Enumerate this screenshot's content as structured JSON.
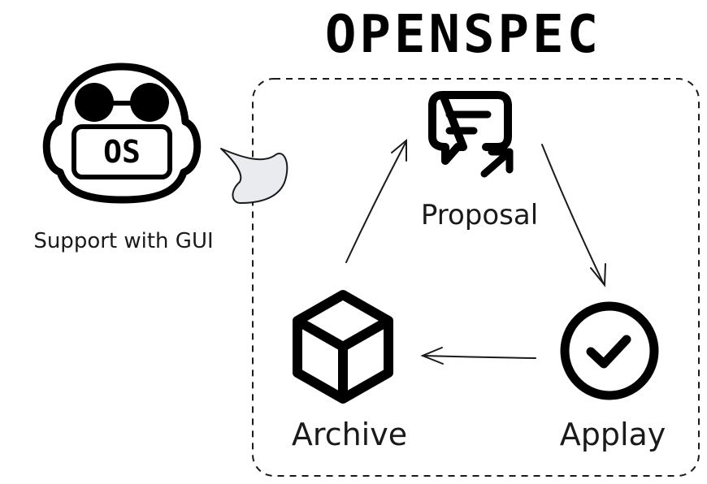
{
  "title": "OPENSPEC",
  "logo": {
    "badge_text": "OS",
    "caption": "Support with GUI"
  },
  "cycle": {
    "nodes": [
      {
        "id": "proposal",
        "label": "Proposal",
        "icon": "message-share-icon"
      },
      {
        "id": "apply",
        "label": "Applay",
        "icon": "check-circle-icon"
      },
      {
        "id": "archive",
        "label": "Archive",
        "icon": "cube-icon"
      }
    ]
  },
  "colors": {
    "stroke": "#1a1a1a",
    "bubble_fill": "#e9ebee",
    "background": "#ffffff"
  }
}
